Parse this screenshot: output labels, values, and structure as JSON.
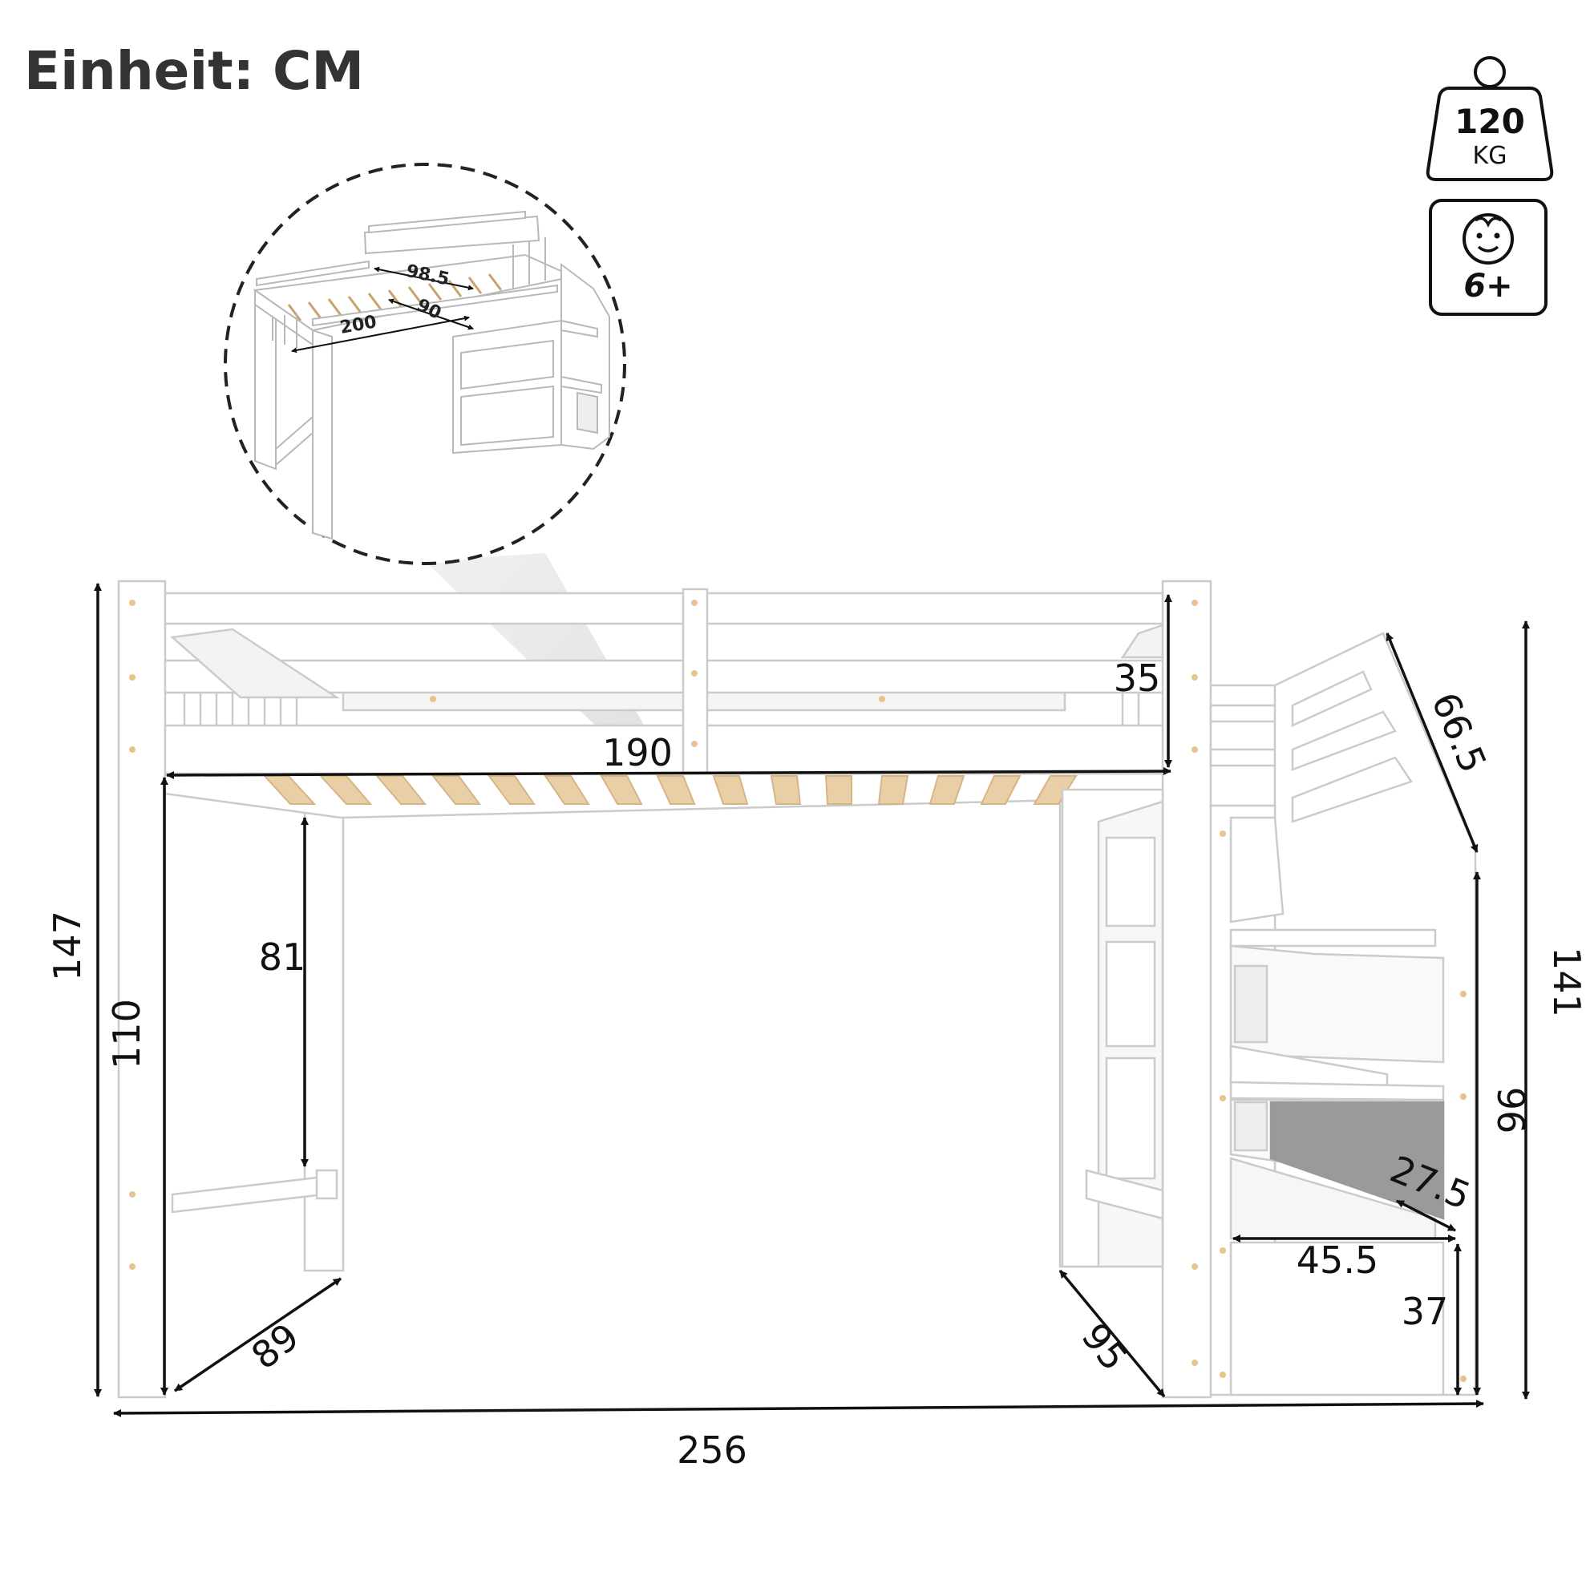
{
  "header": {
    "unit_label": "Einheit: CM"
  },
  "badges": {
    "weight": {
      "value": "120",
      "unit": "KG",
      "icon": "weight-icon"
    },
    "age": {
      "value": "6+",
      "icon": "child-face-icon"
    }
  },
  "inset": {
    "dimensions": {
      "length": "200",
      "width": "90",
      "outer": "98.5"
    }
  },
  "dimensions": {
    "total_width": "256",
    "total_height": "147",
    "stair_height": "141",
    "bed_length": "190",
    "guardrail_height": "35",
    "under_bed_clearance": "110",
    "ladder_height": "81",
    "left_depth": "89",
    "right_depth": "95",
    "stair_diagonal": "66.5",
    "stair_side_height": "96",
    "step_width": "45.5",
    "step_depth": "27.5",
    "step_height": "37"
  },
  "colors": {
    "frame": "#ffffff",
    "frame_stroke": "#c9c9c9",
    "slat": "#e9cfa6",
    "dimension": "#111111",
    "dashed_circle": "#222222"
  }
}
